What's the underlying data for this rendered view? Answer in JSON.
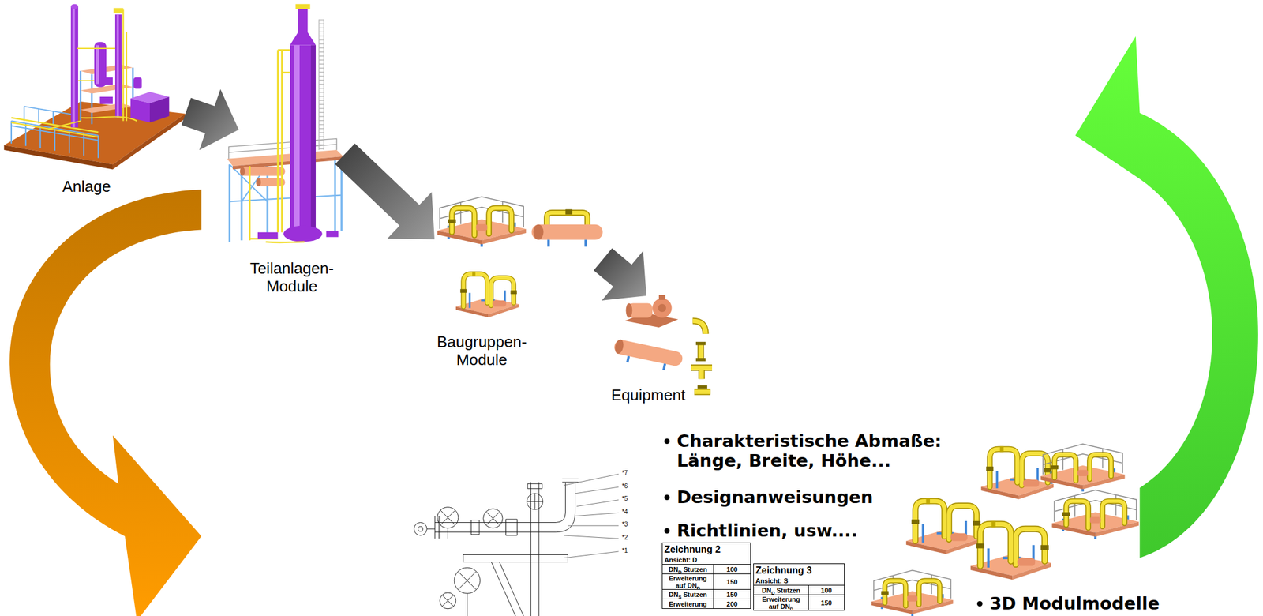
{
  "diagram": {
    "nodes": [
      {
        "text": [
          "Anlage"
        ]
      },
      {
        "text": [
          "Teilanlagen- Module"
        ]
      },
      {
        "text": [
          "Baugruppen- Module"
        ]
      },
      {
        "text": [
          "Equipment"
        ]
      }
    ],
    "edges": [
      {
        "from": 0,
        "to": 1,
        "arrow": "to"
      },
      {
        "from": 1,
        "to": 2,
        "arrow": "to"
      },
      {
        "from": 2,
        "to": 3,
        "arrow": "to"
      }
    ],
    "labels": [
      "*7",
      "*6",
      "*5",
      "*4",
      "*3",
      "*2",
      "*1",
      "Charakteristische Abmaße: Länge, Breite, Höhe...",
      "Designanweisungen",
      "Richtlinien, usw....",
      "Zeichnung 2",
      "Ansicht: D",
      "DN",
      "D",
      "Stutzen",
      "100",
      "Erweiterung auf DN",
      "D",
      "150",
      "DN",
      "S",
      "Stutzen",
      "150",
      "Erweiterung",
      "200",
      "Zeichnung 3",
      "Ansicht: S",
      "DN",
      "D",
      "Stutzen",
      "100",
      "Erweiterung auf DN",
      "D",
      "150",
      "3D Modulmodelle"
    ]
  }
}
